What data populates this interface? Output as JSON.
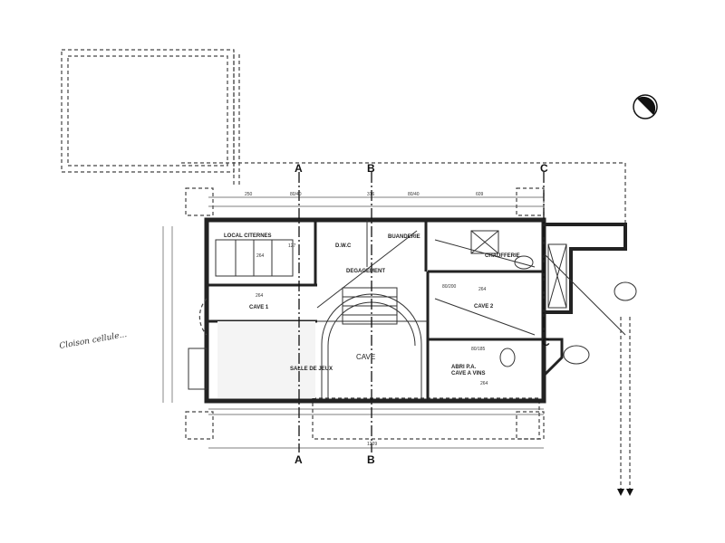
{
  "rooms": {
    "local_citernes": "LOCAL CITERNES",
    "dwc": "D.W.C",
    "buanderie": "BUANDERIE",
    "degagement": "DEGAGEMENT",
    "cave1": "CAVE 1",
    "cave": "CAVE",
    "salle_de_jeux": "SALLE DE JEUX",
    "chaufferie": "CHAUFFERIE",
    "cave2": "CAVE 2",
    "abri_line1": "ABRI P.A.",
    "abri_line2": "CAVE A VINS"
  },
  "sections": {
    "a": "A",
    "b": "B",
    "c": "C"
  },
  "dimensions": {
    "top_1": "250",
    "top_2": "80/40",
    "top_3": "316",
    "top_4": "80/40",
    "top_5": "609",
    "cave1_width": "264",
    "cave2_width": "264",
    "abri_width": "264",
    "bottom_total": "1209",
    "citernes_264": "264",
    "citernes_127": "127",
    "door_80_200": "80/200",
    "door_80_185": "80/185"
  },
  "margin_note": "Cloison cellule..."
}
